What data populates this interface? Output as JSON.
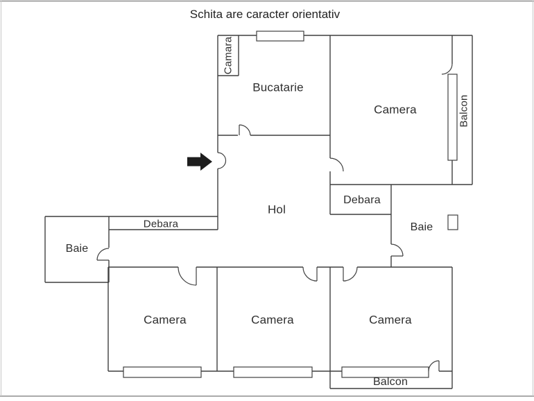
{
  "title": "Schita are caracter orientativ",
  "colors": {
    "background": "#ffffff",
    "wall": "#3f3f3f",
    "text": "#2e2e2e",
    "frame": "#8d8d8d",
    "arrow": "#1d1d1d"
  },
  "rooms": {
    "camara": "Camara",
    "bucatarie": "Bucatarie",
    "camera_top_right": "Camera",
    "balcon_right": "Balcon",
    "hol": "Hol",
    "debara_left": "Debara",
    "debara_right": "Debara",
    "baie_left": "Baie",
    "baie_right": "Baie",
    "camera_bottom_left": "Camera",
    "camera_bottom_middle": "Camera",
    "camera_bottom_right": "Camera",
    "balcon_bottom": "Balcon"
  }
}
